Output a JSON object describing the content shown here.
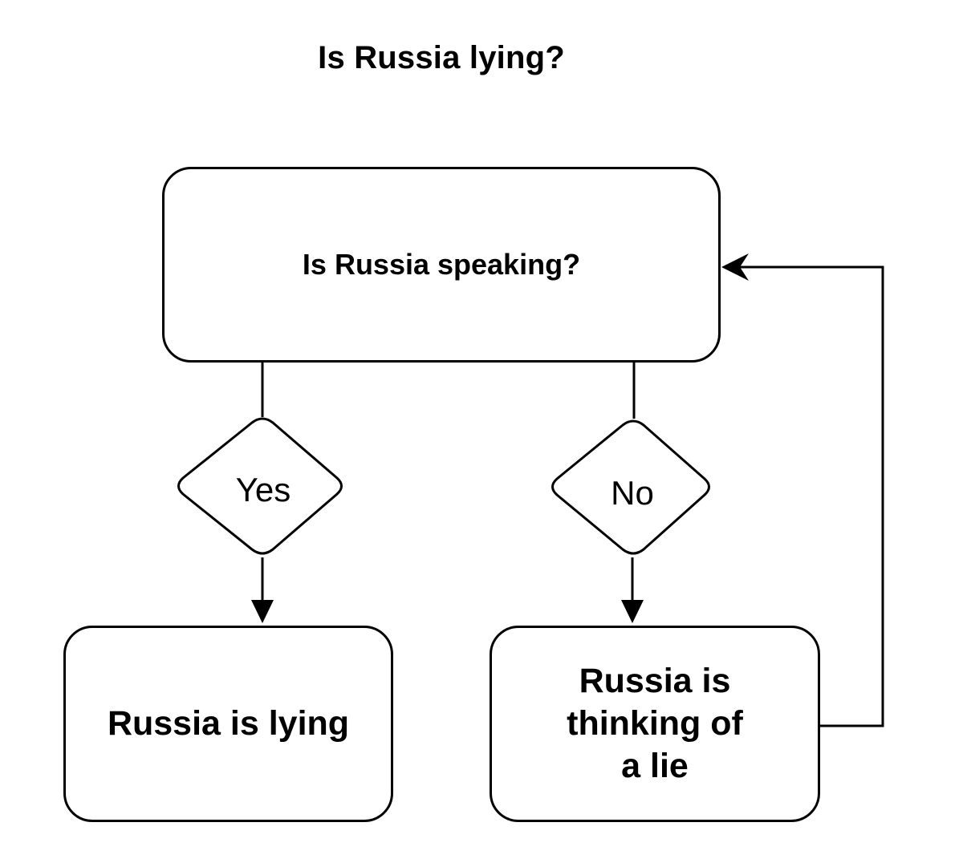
{
  "diagram": {
    "title": "Is Russia lying?",
    "nodes": {
      "start": {
        "label": "Is Russia speaking?"
      },
      "decision_yes": {
        "label": "Yes"
      },
      "decision_no": {
        "label": "No"
      },
      "yes_result": {
        "label": "Russia is lying"
      },
      "no_result": {
        "label": "Russia is thinking of a lie",
        "lines": [
          "Russia is",
          "thinking of",
          "a lie"
        ]
      }
    },
    "edges": [
      {
        "from": "start",
        "to": "decision_yes"
      },
      {
        "from": "start",
        "to": "decision_no"
      },
      {
        "from": "decision_yes",
        "to": "yes_result",
        "arrow": true
      },
      {
        "from": "decision_no",
        "to": "no_result",
        "arrow": true
      },
      {
        "from": "no_result",
        "to": "start",
        "arrow": true,
        "type": "loop-back"
      }
    ],
    "colors": {
      "stroke": "#000000",
      "background": "#ffffff",
      "text": "#000000"
    }
  }
}
